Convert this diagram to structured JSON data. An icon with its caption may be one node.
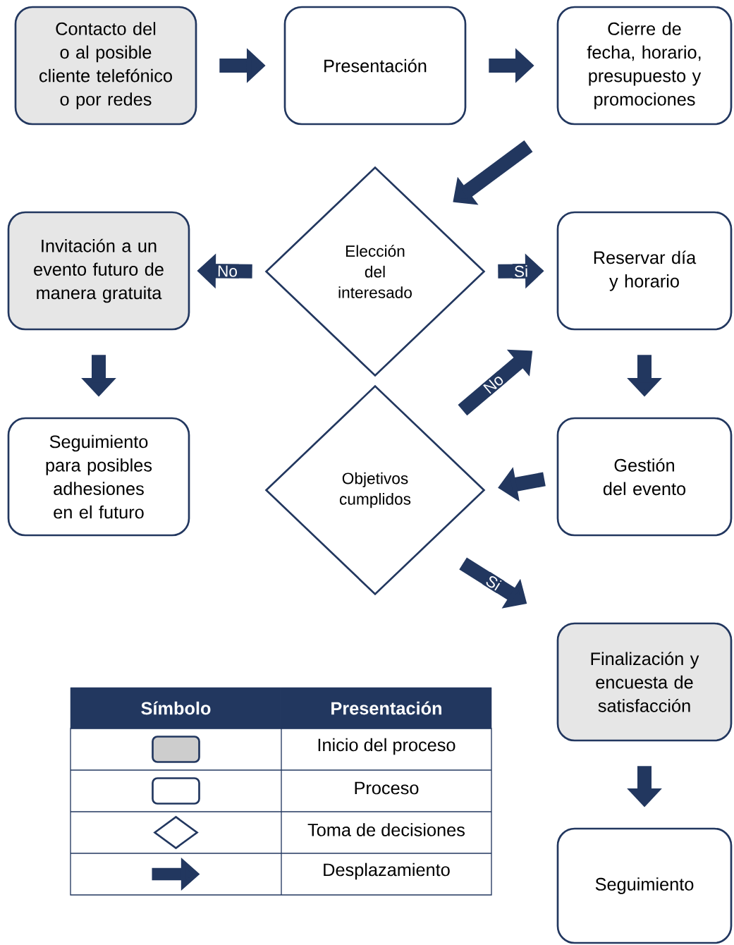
{
  "diagram": {
    "nodes": [
      {
        "text": [
          "Contacto del o al posible cliente telefónico o por redes"
        ]
      },
      {
        "text": [
          "Presentación"
        ]
      },
      {
        "text": [
          "Cierre de fecha, horario, presupuesto y promociones"
        ]
      },
      {
        "text": [
          "Invitación a un evento futuro de manera gratuita"
        ]
      },
      {
        "text": [
          "Elección del interesado"
        ]
      },
      {
        "text": [
          "Reservar día y horario"
        ]
      },
      {
        "text": [
          "Seguimiento para posibles adhesiones en el futuro"
        ]
      },
      {
        "text": [
          "Objetivos cumplidos"
        ]
      },
      {
        "text": [
          "Gestión del evento"
        ]
      },
      {
        "text": [
          "Finalización y encuesta de satisfacción"
        ]
      },
      {
        "text": [
          "Seguimiento"
        ]
      }
    ],
    "edges": [
      {
        "from": 0,
        "to": 1,
        "arrow": "to"
      },
      {
        "from": 1,
        "to": 2,
        "arrow": "to"
      },
      {
        "from": 2,
        "to": 4,
        "arrow": "to"
      },
      {
        "from": 4,
        "to": 3,
        "arrow": "to",
        "label": "No"
      },
      {
        "from": 4,
        "to": 5,
        "arrow": "to",
        "label": "Si"
      },
      {
        "from": 3,
        "to": 6,
        "arrow": "to"
      },
      {
        "from": 5,
        "to": 8,
        "arrow": "to"
      },
      {
        "from": 8,
        "to": 7,
        "arrow": "to"
      },
      {
        "from": 7,
        "to": 5,
        "arrow": "to",
        "label": "No"
      },
      {
        "from": 7,
        "to": 9,
        "arrow": "to",
        "label": "Si"
      },
      {
        "from": 9,
        "to": 10,
        "arrow": "to"
      }
    ],
    "labels": [
      "Símbolo",
      "Presentación"
    ],
    "legend": [
      {
        "text": "Inicio del proceso"
      },
      {
        "text": "Proceso"
      },
      {
        "text": "Toma de decisiones"
      },
      {
        "text": "Desplazamiento"
      }
    ]
  }
}
